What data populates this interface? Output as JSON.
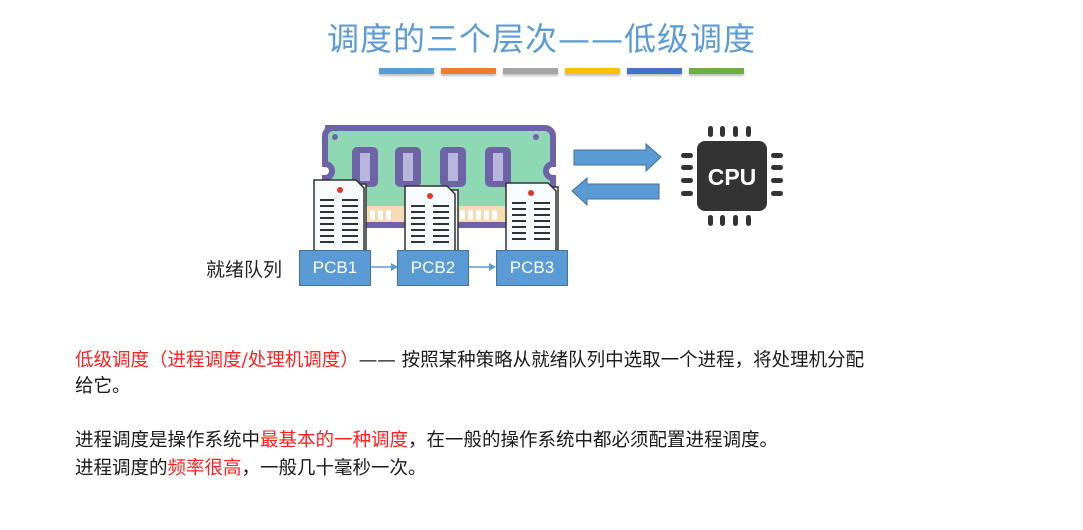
{
  "title": "调度的三个层次——低级调度",
  "title_color": "#5b9bd5",
  "decor_bar_colors": [
    "#5b9bd5",
    "#ed7d31",
    "#a5a5a5",
    "#ffc000",
    "#4472c4",
    "#70ad47"
  ],
  "diagram": {
    "queue_label": "就绪队列",
    "pcbs": [
      "PCB1",
      "PCB2",
      "PCB3"
    ],
    "cpu_label": "CPU",
    "icons": [
      "memory-module-icon",
      "document-icon",
      "arrow-right-icon",
      "arrow-left-icon",
      "cpu-chip-icon"
    ]
  },
  "paragraphs": {
    "p1": {
      "red": "低级调度（进程调度/处理机调度）",
      "black_line1": "—— 按照某种策略从就绪队列中选取一个进程，将处理机分配",
      "black_line2": "给它。"
    },
    "p2": {
      "a": "进程调度是操作系统中",
      "b_red": "最基本的一种调度",
      "c": "，在一般的操作系统中都必须配置进程调度。"
    },
    "p3": {
      "a": "进程调度的",
      "b_red": "频率很高",
      "c": "，一般几十毫秒一次。"
    }
  }
}
